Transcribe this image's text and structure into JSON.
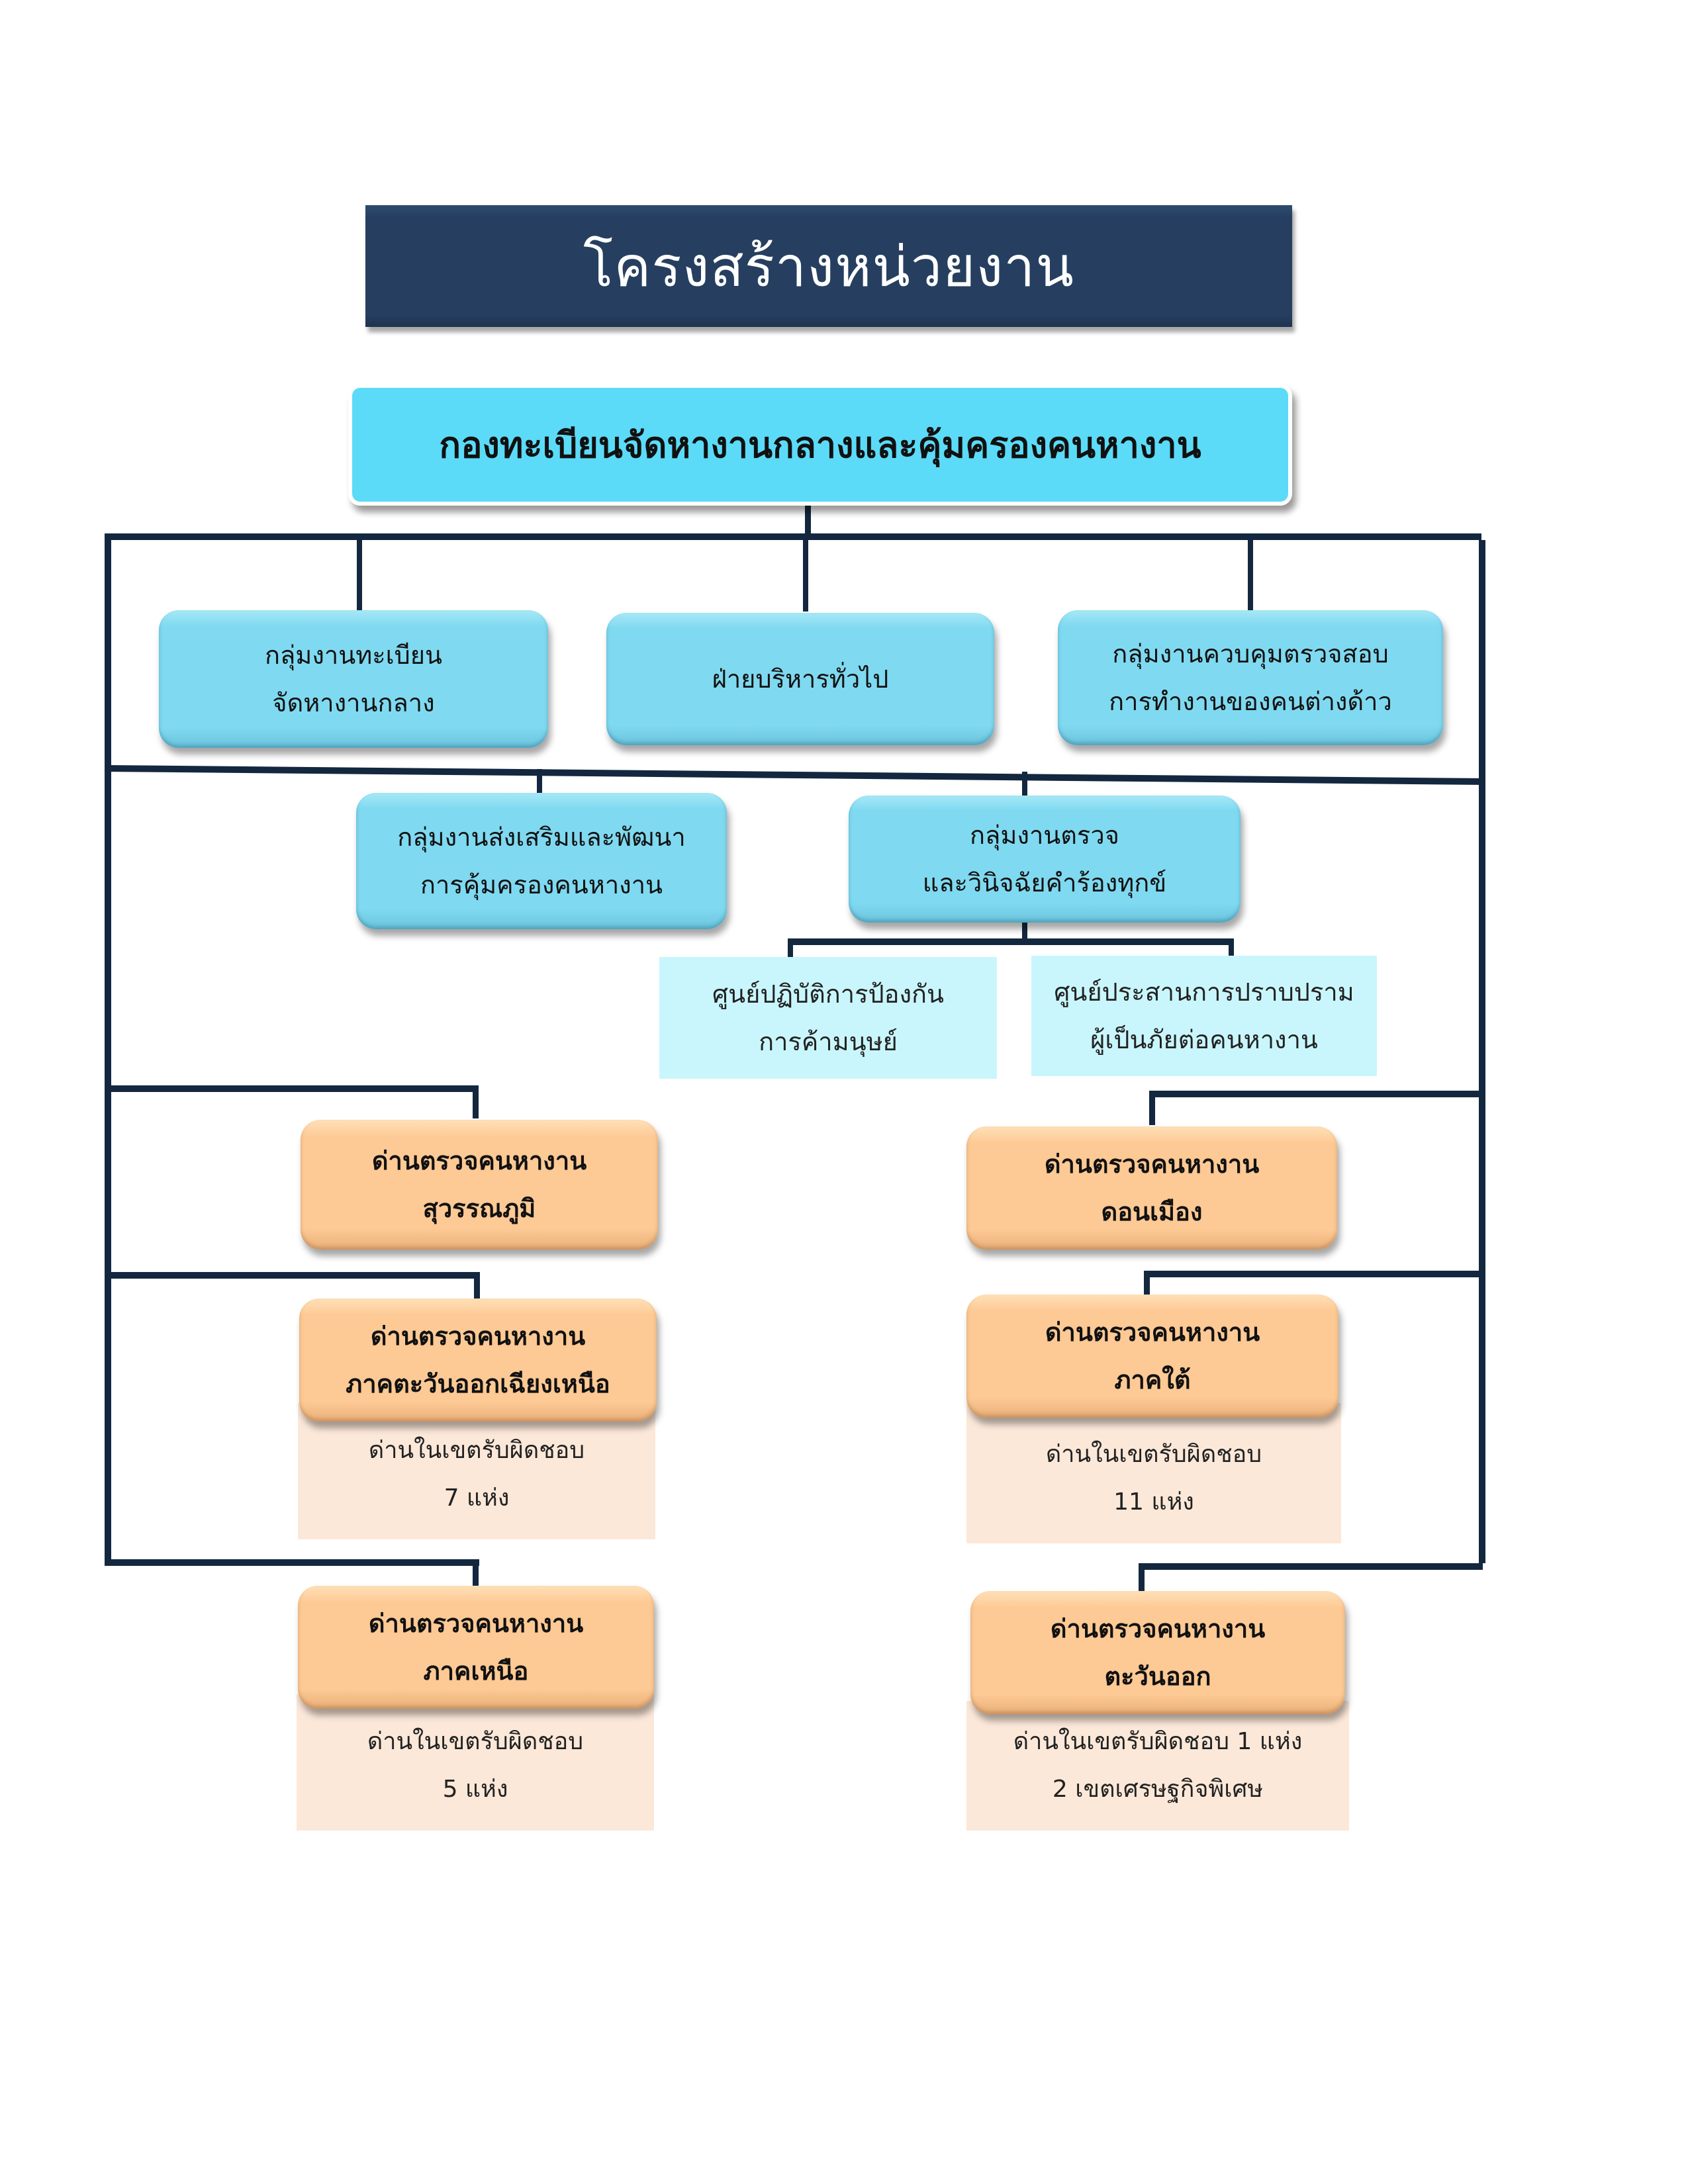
{
  "page_title": "โครงสร้างหน่วยงาน",
  "colors": {
    "title_bg": "#263f60",
    "root_bg": "#5bdbf8",
    "group_bg": "#7fd9f0",
    "center_bg": "#c9f6fc",
    "checkpoint_bg": "#fdc994",
    "note_bg": "#fce8d9",
    "connector": "#13273f"
  },
  "root": {
    "label": "กองทะเบียนจัดหางานกลางและคุ้มครองคนหางาน"
  },
  "groups_row1": [
    {
      "lines": [
        "กลุ่มงานทะเบียน",
        "จัดหางานกลาง"
      ]
    },
    {
      "lines": [
        "ฝ่ายบริหารทั่วไป"
      ]
    },
    {
      "lines": [
        "กลุ่มงานควบคุมตรวจสอบ",
        "การทำงานของคนต่างด้าว"
      ]
    }
  ],
  "groups_row2": [
    {
      "lines": [
        "กลุ่มงานส่งเสริมและพัฒนา",
        "การคุ้มครองคนหางาน"
      ]
    },
    {
      "lines": [
        "กลุ่มงานตรวจ",
        "และวินิจฉัยคำร้องทุกข์"
      ]
    }
  ],
  "centers": [
    {
      "lines": [
        "ศูนย์ปฏิบัติการป้องกัน",
        "การค้ามนุษย์"
      ]
    },
    {
      "lines": [
        "ศูนย์ประสานการปราบปราม",
        "ผู้เป็นภัยต่อคนหางาน"
      ]
    }
  ],
  "checkpoints": [
    {
      "lines": [
        "ด่านตรวจคนหางาน",
        "สุวรรณภูมิ"
      ]
    },
    {
      "lines": [
        "ด่านตรวจคนหางาน",
        "ดอนเมือง"
      ]
    },
    {
      "lines": [
        "ด่านตรวจคนหางาน",
        "ภาคตะวันออกเฉียงเหนือ"
      ],
      "note": [
        "ด่านในเขตรับผิดชอบ",
        "7 แห่ง"
      ]
    },
    {
      "lines": [
        "ด่านตรวจคนหางาน",
        "ภาคใต้"
      ],
      "note": [
        "ด่านในเขตรับผิดชอบ",
        "11 แห่ง"
      ]
    },
    {
      "lines": [
        "ด่านตรวจคนหางาน",
        "ภาคเหนือ"
      ],
      "note": [
        "ด่านในเขตรับผิดชอบ",
        "5 แห่ง"
      ]
    },
    {
      "lines": [
        "ด่านตรวจคนหางาน",
        "ตะวันออก"
      ],
      "note": [
        "ด่านในเขตรับผิดชอบ 1 แห่ง",
        "2 เขตเศรษฐกิจพิเศษ"
      ]
    }
  ]
}
